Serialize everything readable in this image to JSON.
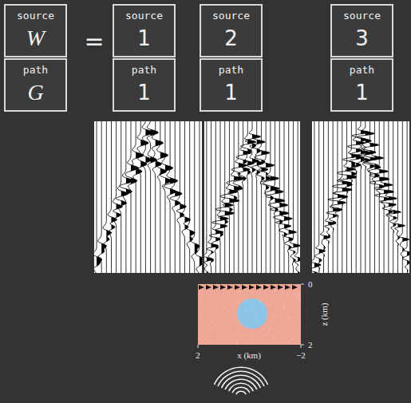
{
  "diagram": {
    "nodes": [
      {
        "text": [
          "source",
          "W"
        ]
      },
      {
        "text": [
          "source",
          "1"
        ]
      },
      {
        "text": [
          "source",
          "2"
        ]
      },
      {
        "text": [
          "source",
          "3"
        ]
      },
      {
        "text": [
          "path",
          "G"
        ]
      },
      {
        "text": [
          "path",
          "1"
        ]
      },
      {
        "text": [
          "path",
          "1"
        ]
      },
      {
        "text": [
          "path",
          "1"
        ]
      }
    ],
    "labels": [
      "=",
      "0",
      "z (km)",
      "2",
      "2",
      "x (km)",
      "−2"
    ]
  }
}
